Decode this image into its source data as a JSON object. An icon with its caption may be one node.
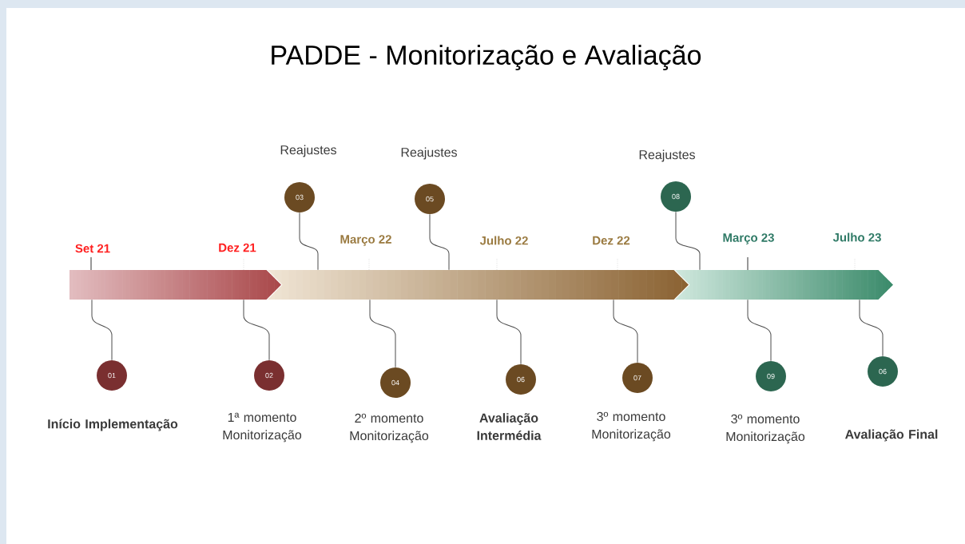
{
  "diagram": {
    "title": "PADDE - Monitorização e Avaliação",
    "nodes": [
      {
        "text": [],
        "shape": "bar",
        "beside": [
          "Set 21",
          "Dez 21"
        ]
      },
      {
        "text": [],
        "shape": "bar",
        "beside": [
          "Março 22",
          "Julho 22",
          "Dez 22"
        ]
      },
      {
        "text": [],
        "shape": "bar",
        "beside": [
          "Março 23",
          "Julho 23"
        ]
      },
      {
        "text": [
          "01"
        ],
        "beside": [
          "Início Implementação"
        ]
      },
      {
        "text": [
          "02"
        ],
        "beside": [
          "1ª momento Monitorização"
        ]
      },
      {
        "text": [
          "03"
        ],
        "beside": [
          "Reajustes"
        ]
      },
      {
        "text": [
          "04"
        ],
        "beside": [
          "2º momento Monitorização"
        ]
      },
      {
        "text": [
          "05"
        ],
        "beside": [
          "Reajustes"
        ]
      },
      {
        "text": [
          "06"
        ],
        "beside": [
          "Avaliação Intermédia"
        ]
      },
      {
        "text": [
          "07"
        ],
        "beside": [
          "3º momento Monitorização"
        ]
      },
      {
        "text": [
          "08"
        ],
        "beside": [
          "Reajustes"
        ]
      },
      {
        "text": [
          "09"
        ],
        "beside": [
          "3º momento Monitorização"
        ]
      },
      {
        "text": [
          "06"
        ],
        "beside": [
          "Avaliação Final"
        ]
      }
    ],
    "edges": [
      {
        "from": 3,
        "to": 0,
        "arrow": "none"
      },
      {
        "from": 4,
        "to": 0,
        "arrow": "none"
      },
      {
        "from": 5,
        "to": 1,
        "arrow": "none"
      },
      {
        "from": 6,
        "to": 1,
        "arrow": "none"
      },
      {
        "from": 7,
        "to": 1,
        "arrow": "none"
      },
      {
        "from": 8,
        "to": 1,
        "arrow": "none"
      },
      {
        "from": 9,
        "to": 1,
        "arrow": "none"
      },
      {
        "from": 10,
        "to": 2,
        "arrow": "none"
      },
      {
        "from": 11,
        "to": 2,
        "arrow": "none"
      },
      {
        "from": 12,
        "to": 2,
        "arrow": "none"
      }
    ]
  }
}
